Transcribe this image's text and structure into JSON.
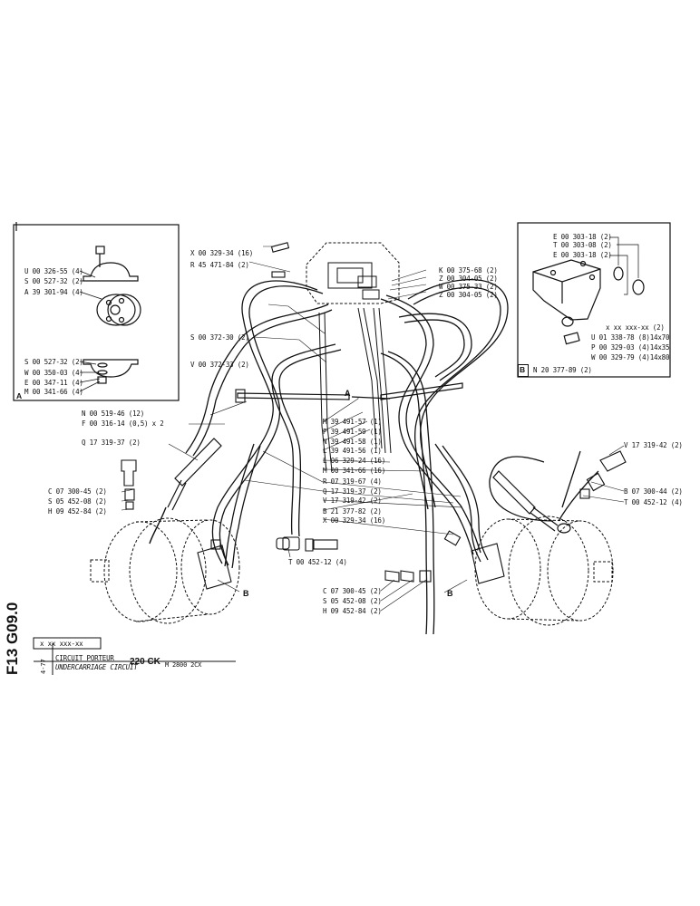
{
  "inset_a": {
    "tag": "A",
    "labels": [
      "U 00 326-55 (4)",
      "S 00 527-32 (2)",
      "A 39 301-94 (4)",
      "S 00 527-32 (2)",
      "W 00 350-03 (4)",
      "E 00 347-11 (4)",
      "M 00 341-66 (4)"
    ]
  },
  "inset_b": {
    "tag": "B",
    "ref": "N 20 377-89 (2)",
    "labels": [
      "E 00 303-18 (2)",
      "T 00 303-08 (2)",
      "E 00 303-18 (2)",
      "x xx xxx-xx (2)",
      "U 01 338-78 (8)14x70",
      "P 00 329-03 (4)14x35",
      "W 00 329-79 (4)14x80"
    ]
  },
  "top_labels": [
    "X 00 329-34 (16)",
    "R 45 471-84 (2)",
    "K 00 375-68 (2)",
    "Z 00 304-05 (2)",
    "W 00 375-33 (2)",
    "Z 00 304-05 (2)",
    "S 00 372-30 (2)",
    "V 00 372-33 (2)"
  ],
  "left_labels": [
    "N 00 519-46 (12)",
    "F 00 316-14 (0,5) x 2",
    "Q 17 319-37 (2)",
    "C 07 300-45 (2)",
    "S 05 452-08 (2)",
    "H 09 452-84 (2)"
  ],
  "center_labels": [
    "M 39 491-57 (1)",
    "P 39 491-59 (1)",
    "N 39 491-58 (1)",
    "L 39 491-56 (1)",
    "L 06 329-24 (16)",
    "M 00 341-66 (16)",
    "R 07 319-67 (4)",
    "Q 17 319-37 (2)",
    "V 17 319-42 (2)",
    "B 21 377-82 (2)",
    "X 00 329-34 (16)",
    "T 00 452-12 (4)"
  ],
  "right_labels": [
    "V 17 319-42 (2)",
    "B 07 300-44 (2)",
    "T 00 452-12 (4)"
  ],
  "bottom_labels": [
    "C 07 300-45 (2)",
    "S 05 452-08 (2)",
    "H 09 452-84 (2)"
  ],
  "markers": {
    "a": "A",
    "b_left": "B",
    "b_right": "B"
  },
  "title_block": {
    "code": "x xx xxx-xx",
    "fr": "CIRCUIT PORTEUR",
    "en": "UNDERCARRIAGE CIRCUIT",
    "model": "220 CK",
    "serial": "M 2800 2CX",
    "date": "4-77",
    "sheet": "F13 G09.0"
  }
}
